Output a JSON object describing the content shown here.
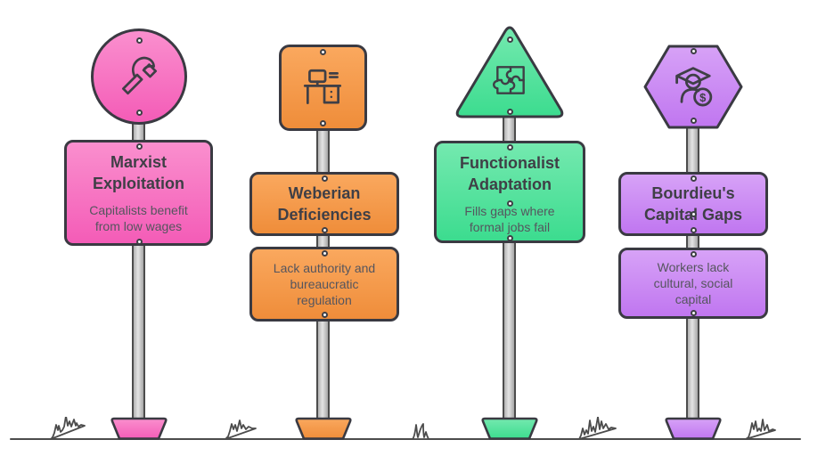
{
  "figure": {
    "background": "#ffffff",
    "outline_color": "#3a3a42",
    "icon_stroke_color": "#3f3f46",
    "pole_color": "#c9c9c9",
    "pole_border_color": "#4c4c4c",
    "ground_color": "#4c4c4c",
    "title_color": "#3f3f46",
    "description_color": "#55555e",
    "dollar_symbol": "$"
  },
  "posts": [
    {
      "name": "marxist-exploitation",
      "shape": "circle",
      "icon": "hammer-icon",
      "colors": {
        "top": "#fa8fce",
        "bottom": "#f45cb7"
      },
      "title": "Marxist Exploitation",
      "title_lines": [
        "Marxist",
        "Exploitation"
      ],
      "description": "Capitalists benefit from low wages",
      "description_lines": [
        "Capitalists benefit",
        "from low wages"
      ]
    },
    {
      "name": "weberian-deficiencies",
      "shape": "square",
      "icon": "desk-icon",
      "colors": {
        "top": "#faa85e",
        "bottom": "#ef8d3a"
      },
      "title": "Weberian Deficiencies",
      "title_lines": [
        "Weberian",
        "Deficiencies"
      ],
      "description": "Lack authority and bureaucratic regulation",
      "description_lines": [
        "Lack authority and",
        "bureaucratic",
        "regulation"
      ]
    },
    {
      "name": "functionalist-adaptation",
      "shape": "triangle",
      "icon": "puzzle-icon",
      "colors": {
        "top": "#74e9af",
        "bottom": "#3cdc8f"
      },
      "title": "Functionalist Adaptation",
      "title_lines": [
        "Functionalist",
        "Adaptation"
      ],
      "description": "Fills gaps where formal jobs fail",
      "description_lines": [
        "Fills gaps where",
        "formal jobs fail"
      ]
    },
    {
      "name": "bourdieus-capital-gaps",
      "shape": "hexagon",
      "icon": "graduate-dollar-icon",
      "colors": {
        "top": "#d7a2f7",
        "bottom": "#c076f0"
      },
      "title": "Bourdieu's Capital Gaps",
      "title_lines": [
        "Bourdieu's",
        "Capital Gaps"
      ],
      "description": "Workers lack cultural, social capital",
      "description_lines": [
        "Workers lack",
        "cultural, social",
        "capital"
      ]
    }
  ]
}
